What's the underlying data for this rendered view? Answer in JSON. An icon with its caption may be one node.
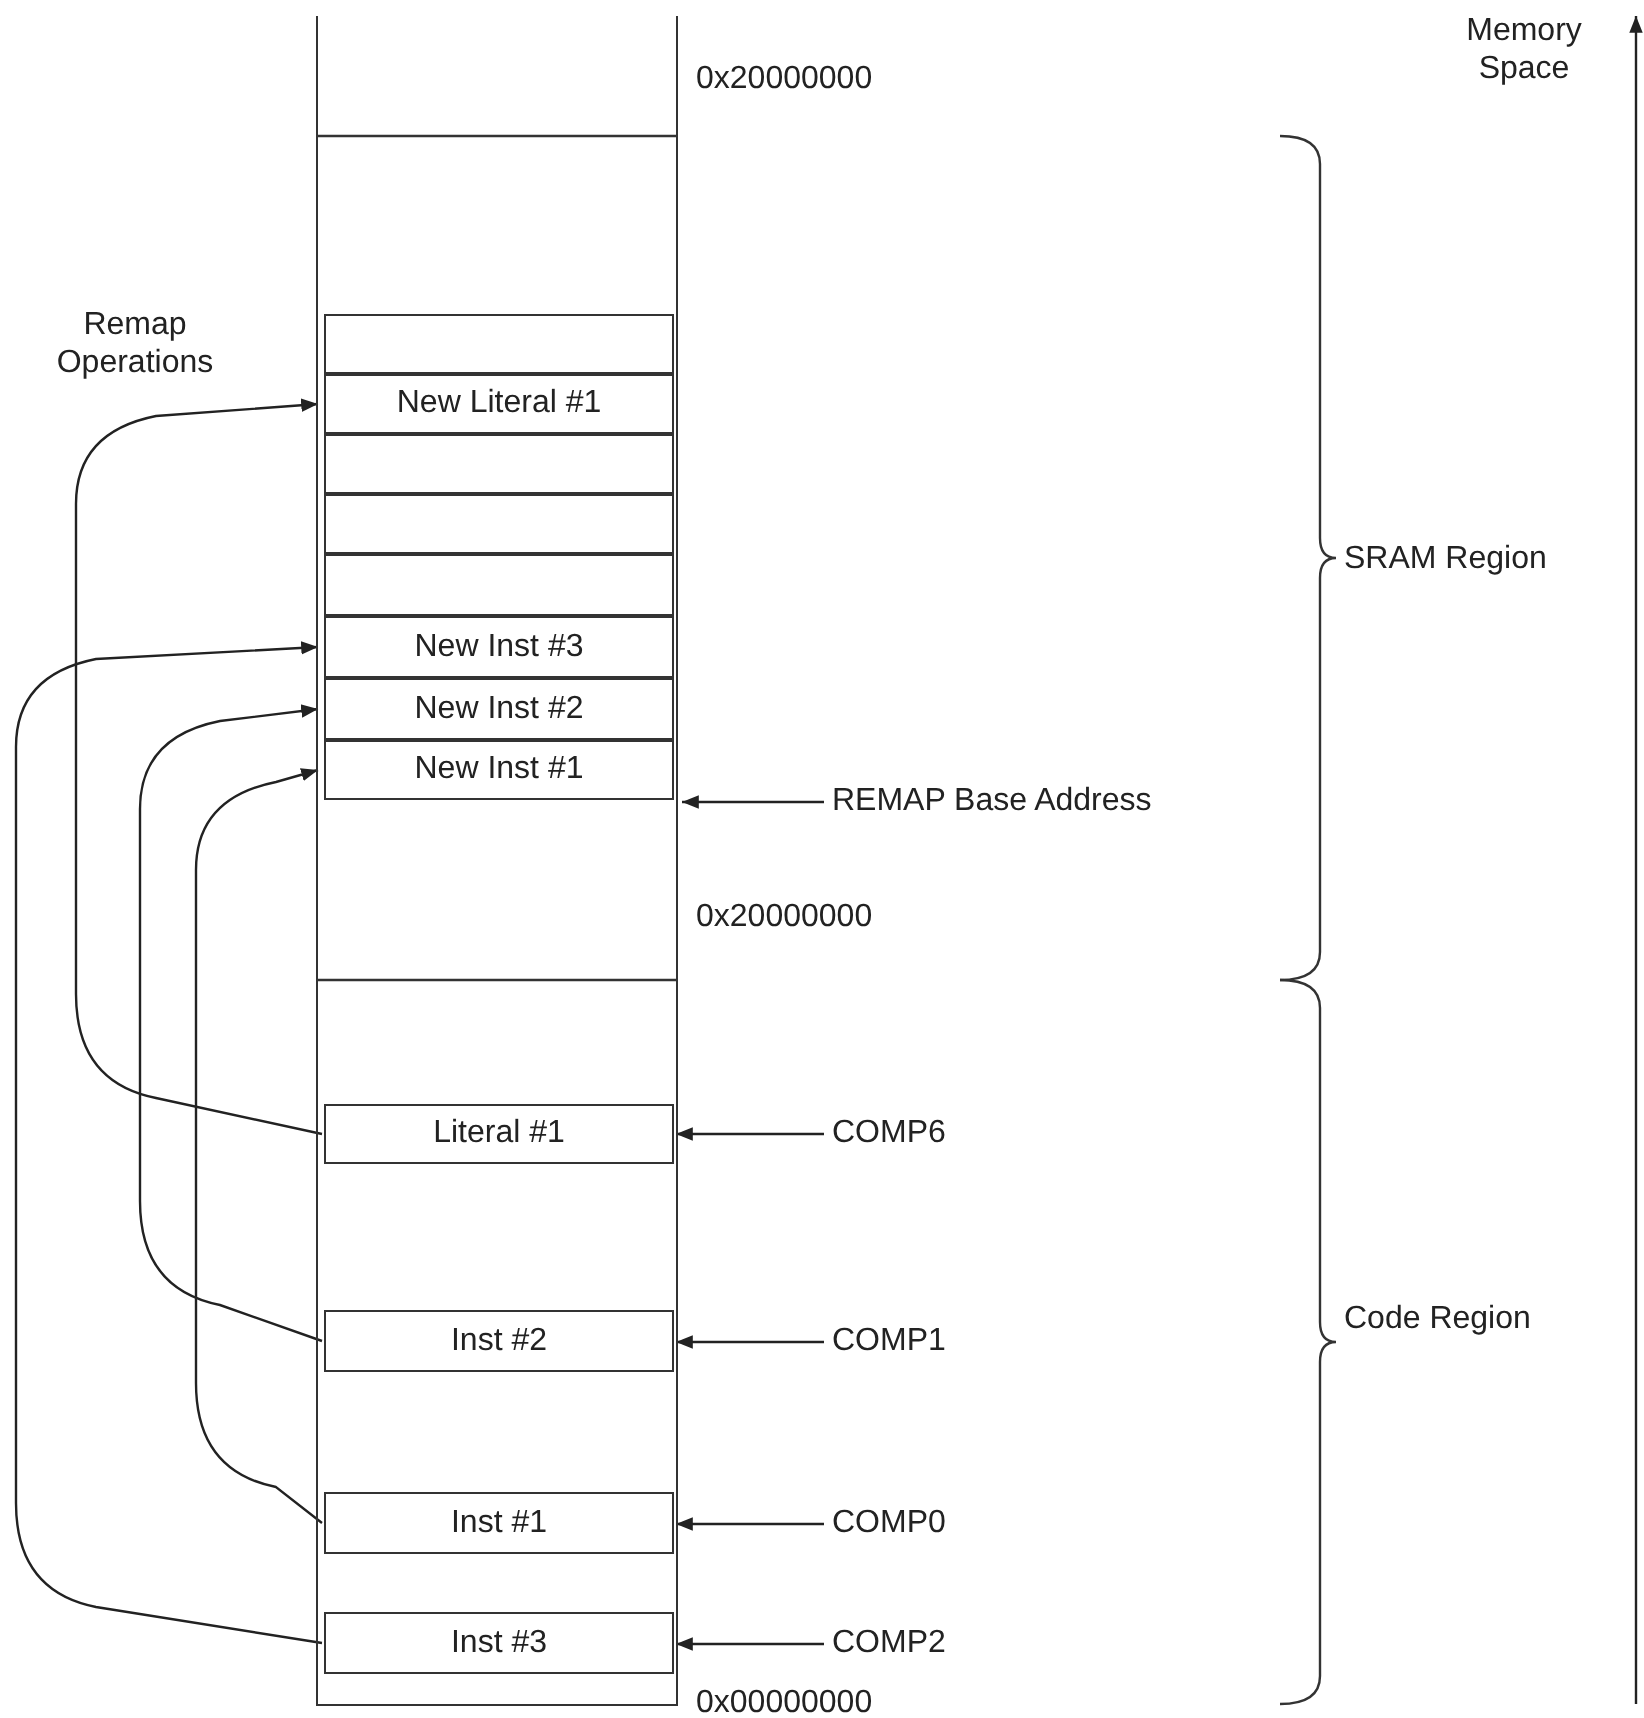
{
  "diagram": {
    "nodes": [
      {
        "text": [],
        "shape": "box"
      },
      {
        "text": [],
        "shape": "box",
        "in": 0
      },
      {
        "text": [
          "New Literal #1"
        ],
        "in": 0
      },
      {
        "text": [],
        "shape": "box",
        "in": 0
      },
      {
        "text": [],
        "shape": "box",
        "in": 0
      },
      {
        "text": [],
        "shape": "box",
        "in": 0
      },
      {
        "text": [
          "New Inst #3"
        ],
        "in": 0
      },
      {
        "text": [
          "New Inst #2"
        ],
        "in": 0
      },
      {
        "text": [
          "New Inst #1"
        ],
        "in": 0
      },
      {
        "text": [
          "Literal #1"
        ],
        "in": 0
      },
      {
        "text": [
          "Inst #2"
        ],
        "in": 0
      },
      {
        "text": [
          "Inst #1"
        ],
        "in": 0
      },
      {
        "text": [
          "Inst #3"
        ],
        "in": 0
      },
      {
        "text": [
          "REMAP Base Address"
        ]
      },
      {
        "text": [
          "COMP6"
        ]
      },
      {
        "text": [
          "COMP1"
        ]
      },
      {
        "text": [
          "COMP0"
        ]
      },
      {
        "text": [
          "COMP2"
        ]
      }
    ],
    "edges": [
      {
        "from": 9,
        "to": 2,
        "arrow": "to"
      },
      {
        "from": 10,
        "to": 7,
        "arrow": "to"
      },
      {
        "from": 11,
        "to": 8,
        "arrow": "to"
      },
      {
        "from": 12,
        "to": 6,
        "arrow": "to"
      },
      {
        "from": 13,
        "to": 0,
        "arrow": "to"
      },
      {
        "from": 14,
        "to": 9,
        "arrow": "to"
      },
      {
        "from": 15,
        "to": 10,
        "arrow": "to"
      },
      {
        "from": 16,
        "to": 11,
        "arrow": "to"
      },
      {
        "from": 17,
        "to": 12,
        "arrow": "to"
      }
    ],
    "labels": [
      "Memory Space",
      "0x20000000",
      "Remap Operations",
      "SRAM Region",
      "0x20000000",
      "Code Region",
      "0x00000000"
    ]
  }
}
